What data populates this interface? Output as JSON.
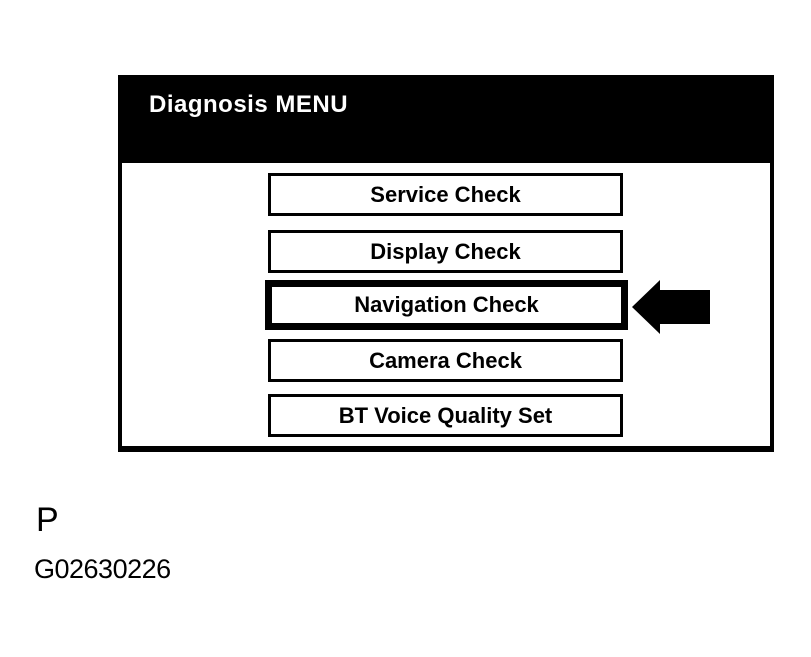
{
  "screen": {
    "title": "Diagnosis MENU",
    "menu_items": [
      {
        "label": "Service Check",
        "selected": false
      },
      {
        "label": "Display Check",
        "selected": false
      },
      {
        "label": "Navigation Check",
        "selected": true
      },
      {
        "label": "Camera Check",
        "selected": false
      },
      {
        "label": "BT Voice Quality Set",
        "selected": false
      }
    ],
    "selected_item": "Navigation Check",
    "pointer_arrow_icon": "arrow-left-icon"
  },
  "caption": {
    "page_marker": "P",
    "figure_id": "G02630226"
  },
  "colors": {
    "background": "#ffffff",
    "foreground": "#000000",
    "header_background": "#000000",
    "header_text": "#ffffff",
    "button_background": "#ffffff",
    "button_border": "#000000",
    "arrow_fill": "#000000"
  }
}
